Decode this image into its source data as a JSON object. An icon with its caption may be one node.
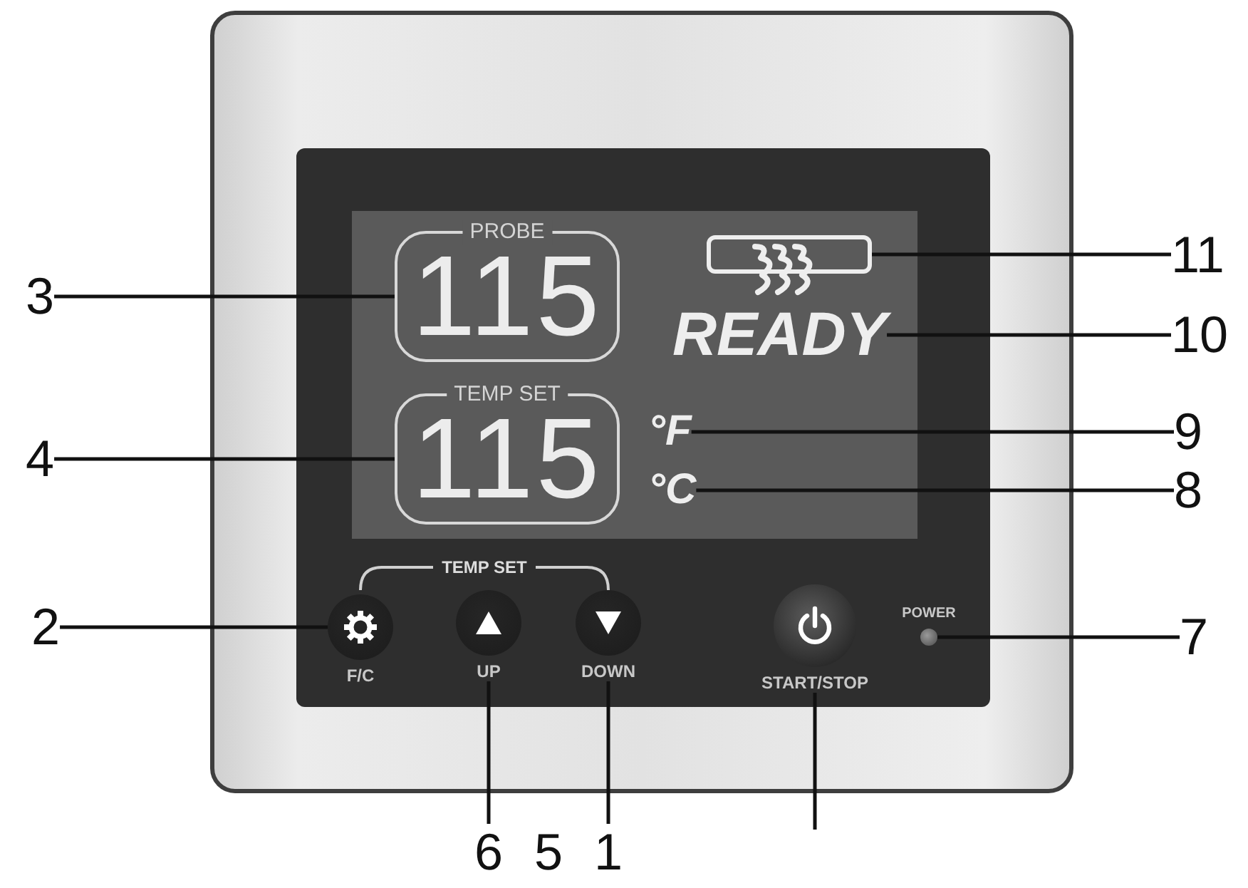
{
  "diagram": {
    "nodes": [
      {
        "text": [
          "3"
        ]
      },
      {
        "text": [
          "PROBE",
          "115"
        ]
      },
      {
        "text": [],
        "shape": "box"
      },
      {
        "text": [
          "11"
        ]
      },
      {
        "text": [
          "READY"
        ]
      },
      {
        "text": [
          "10"
        ]
      },
      {
        "text": [
          "4"
        ]
      },
      {
        "text": [
          "TEMP SET",
          "115"
        ]
      },
      {
        "text": [
          "°F"
        ]
      },
      {
        "text": [
          "9"
        ]
      },
      {
        "text": [
          "°C"
        ]
      },
      {
        "text": [
          "8"
        ]
      },
      {
        "text": [
          "2"
        ]
      },
      {
        "text": [
          "F/C"
        ]
      },
      {
        "text": [
          "UP"
        ]
      },
      {
        "text": [
          "DOWN"
        ]
      },
      {
        "text": [
          "START/STOP"
        ]
      },
      {
        "text": [],
        "shape": "circle",
        "beside": [
          "POWER"
        ]
      },
      {
        "text": [
          "7"
        ]
      },
      {
        "text": [
          "6"
        ]
      },
      {
        "text": [
          "1"
        ]
      }
    ],
    "edges": [
      {
        "from": 0,
        "to": 1,
        "arrow": "none"
      },
      {
        "from": 3,
        "to": 2,
        "arrow": "none"
      },
      {
        "from": 5,
        "to": 4,
        "arrow": "none"
      },
      {
        "from": 6,
        "to": 7,
        "arrow": "none"
      },
      {
        "from": 9,
        "to": 8,
        "arrow": "none"
      },
      {
        "from": 11,
        "to": 10,
        "arrow": "none"
      },
      {
        "from": 12,
        "to": 13,
        "arrow": "none"
      },
      {
        "from": 18,
        "to": 17,
        "arrow": "none"
      },
      {
        "from": 19,
        "to": 14,
        "arrow": "none"
      },
      {
        "from": 20,
        "to": 15,
        "arrow": "none"
      },
      {
        "from": null,
        "to": 16,
        "arrow": "none"
      }
    ],
    "labels": [
      "TEMP SET",
      "5"
    ]
  }
}
